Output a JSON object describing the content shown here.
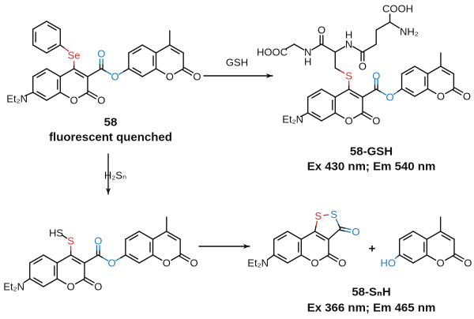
{
  "colors": {
    "bond": "#111111",
    "selenium_sulfur": "#d9342b",
    "ester": "#1e7fc0"
  },
  "reagents": {
    "gsh": "GSH",
    "h2sn": "H₂Sₙ",
    "plus": "+"
  },
  "c58": {
    "label": "58",
    "note": "fluorescent quenched",
    "atoms": [
      "Se",
      "O",
      "O",
      "Et₂N",
      "O",
      "O",
      "O",
      "O"
    ]
  },
  "gsh_adduct": {
    "label": "58-GSH",
    "spectra": "Ex 430 nm; Em 540 nm",
    "atoms": [
      "S",
      "O",
      "O",
      "Et₂N",
      "O",
      "O",
      "O",
      "O",
      "O",
      "N",
      "H",
      "HOOC",
      "N",
      "H",
      "O",
      "COOH",
      "NH₂"
    ]
  },
  "persulfide_intermediate": {
    "atoms": [
      "S",
      "HS",
      "O",
      "O",
      "Et₂N",
      "O",
      "O",
      "O",
      "O"
    ]
  },
  "snh_product": {
    "label": "58-SₙH",
    "spectra": "Ex 366 nm; Em 465 nm",
    "atoms": [
      "S",
      "S",
      "O",
      "O",
      "O",
      "Et₂N"
    ]
  },
  "hydroxycoumarin": {
    "atoms": [
      "HO",
      "O",
      "O"
    ]
  }
}
